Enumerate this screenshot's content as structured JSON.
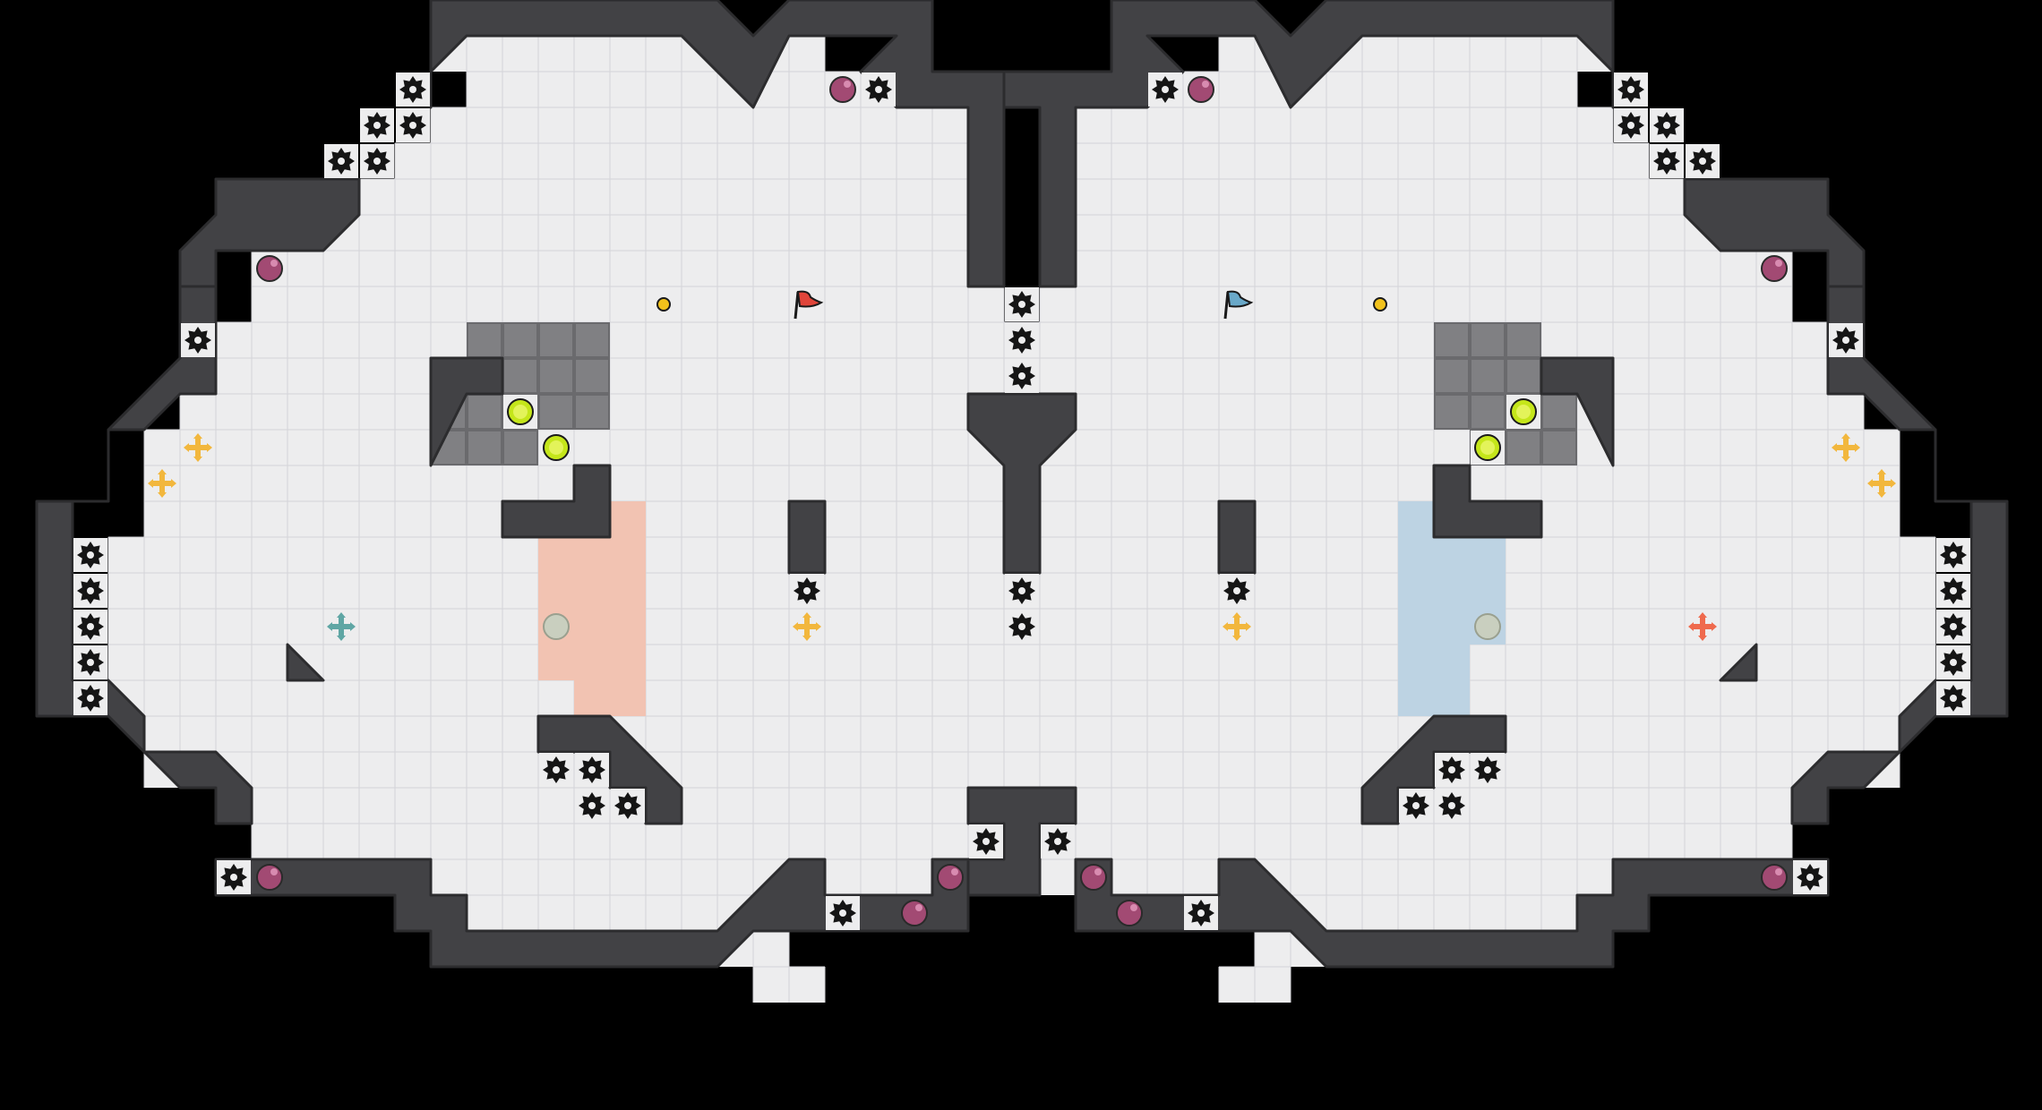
{
  "game": {
    "name": "",
    "colors": {
      "background": "#000000",
      "floor": "#ededee",
      "grid": "#d4d4d8",
      "wall": "#424245",
      "wall_edge": "#2c2c2e",
      "red_zone": "#f2c3b2",
      "blue_zone": "#bdd3e3",
      "dark_tile": "#808083",
      "spike": "#151515",
      "bomb": "#a24a73",
      "boost_yellow": "#f2b73d",
      "boost_red": "#ef6a4d",
      "boost_teal": "#5fa6a4",
      "button_green": "#c5e61a",
      "red_flag": "#e0453a",
      "blue_flag": "#6aa9c9"
    }
  },
  "map": {
    "flags": [
      {
        "team": "red",
        "col": 22,
        "row": 8
      },
      {
        "team": "blue",
        "col": 34,
        "row": 8
      }
    ],
    "bombs": [
      {
        "col": 23,
        "row": 2
      },
      {
        "col": 33,
        "row": 2
      },
      {
        "col": 7,
        "row": 7
      },
      {
        "col": 49,
        "row": 7
      },
      {
        "col": 7,
        "row": 24
      },
      {
        "col": 26,
        "row": 24
      },
      {
        "col": 30,
        "row": 24
      },
      {
        "col": 25,
        "row": 25
      },
      {
        "col": 31,
        "row": 25
      },
      {
        "col": 49,
        "row": 24
      }
    ],
    "spikes": [
      {
        "col": 11,
        "row": 2
      },
      {
        "col": 10,
        "row": 3
      },
      {
        "col": 11,
        "row": 3
      },
      {
        "col": 9,
        "row": 4
      },
      {
        "col": 10,
        "row": 4
      },
      {
        "col": 24,
        "row": 2
      },
      {
        "col": 32,
        "row": 2
      },
      {
        "col": 45,
        "row": 2
      },
      {
        "col": 45,
        "row": 3
      },
      {
        "col": 46,
        "row": 3
      },
      {
        "col": 46,
        "row": 4
      },
      {
        "col": 47,
        "row": 4
      },
      {
        "col": 5,
        "row": 9
      },
      {
        "col": 51,
        "row": 9
      },
      {
        "col": 28,
        "row": 8
      },
      {
        "col": 28,
        "row": 9
      },
      {
        "col": 28,
        "row": 10
      },
      {
        "col": 28,
        "row": 16
      },
      {
        "col": 28,
        "row": 17
      },
      {
        "col": 22,
        "row": 16
      },
      {
        "col": 34,
        "row": 16
      },
      {
        "col": 2,
        "row": 15
      },
      {
        "col": 2,
        "row": 16
      },
      {
        "col": 2,
        "row": 17
      },
      {
        "col": 2,
        "row": 18
      },
      {
        "col": 2,
        "row": 19
      },
      {
        "col": 54,
        "row": 15
      },
      {
        "col": 54,
        "row": 16
      },
      {
        "col": 54,
        "row": 17
      },
      {
        "col": 54,
        "row": 18
      },
      {
        "col": 54,
        "row": 19
      },
      {
        "col": 15,
        "row": 21
      },
      {
        "col": 16,
        "row": 21
      },
      {
        "col": 16,
        "row": 22
      },
      {
        "col": 17,
        "row": 22
      },
      {
        "col": 40,
        "row": 21
      },
      {
        "col": 41,
        "row": 21
      },
      {
        "col": 39,
        "row": 22
      },
      {
        "col": 40,
        "row": 22
      },
      {
        "col": 6,
        "row": 24
      },
      {
        "col": 50,
        "row": 24
      },
      {
        "col": 27,
        "row": 23
      },
      {
        "col": 29,
        "row": 23
      },
      {
        "col": 23,
        "row": 25
      },
      {
        "col": 33,
        "row": 25
      }
    ],
    "boosts": [
      {
        "col": 5,
        "row": 12,
        "kind": "yellow"
      },
      {
        "col": 4,
        "row": 13,
        "kind": "yellow"
      },
      {
        "col": 51,
        "row": 12,
        "kind": "yellow"
      },
      {
        "col": 52,
        "row": 13,
        "kind": "yellow"
      },
      {
        "col": 22,
        "row": 17,
        "kind": "yellow"
      },
      {
        "col": 34,
        "row": 17,
        "kind": "yellow"
      },
      {
        "col": 9,
        "row": 17,
        "kind": "teal"
      },
      {
        "col": 47,
        "row": 17,
        "kind": "red"
      }
    ],
    "powerups": [
      {
        "col": 18,
        "row": 8
      },
      {
        "col": 38,
        "row": 8
      }
    ],
    "buttons": [
      {
        "col": 14,
        "row": 11
      },
      {
        "col": 15,
        "row": 12
      },
      {
        "col": 42,
        "row": 11
      },
      {
        "col": 41,
        "row": 12
      }
    ],
    "portals": [
      {
        "col": 15,
        "row": 17
      },
      {
        "col": 41,
        "row": 17
      }
    ]
  }
}
